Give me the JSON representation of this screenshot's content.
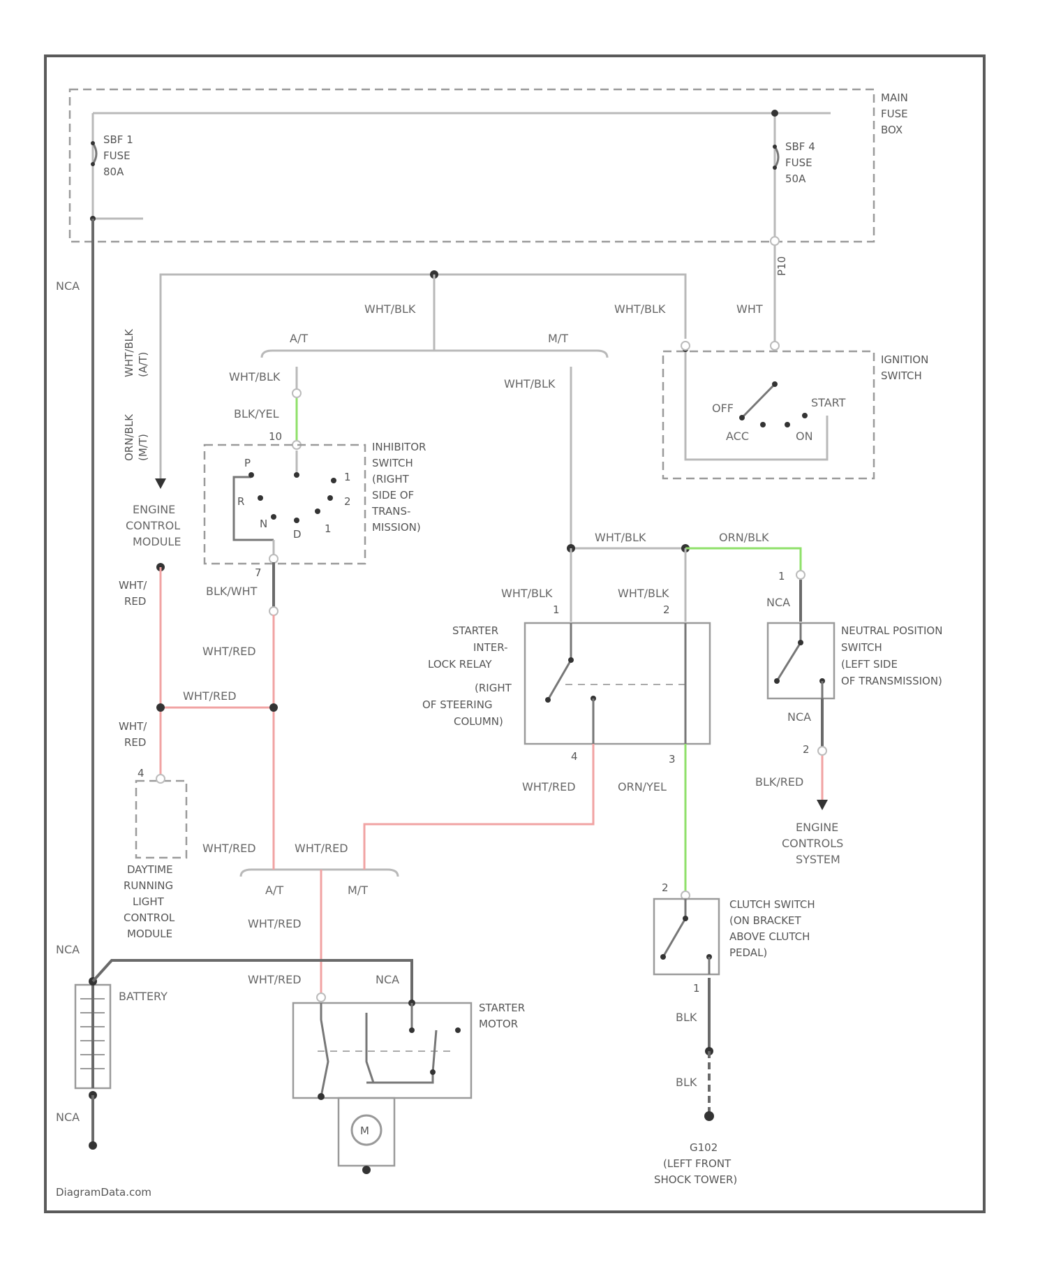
{
  "diagram": {
    "footer": "DiagramData.com",
    "components": {
      "main_fuse_box": [
        "MAIN",
        "FUSE",
        "BOX"
      ],
      "sbf1": [
        "SBF 1",
        "FUSE",
        "80A"
      ],
      "sbf4": [
        "SBF 4",
        "FUSE",
        "50A"
      ],
      "ignition_switch": [
        "IGNITION",
        "SWITCH"
      ],
      "ign_positions": {
        "off": "OFF",
        "acc": "ACC",
        "on": "ON",
        "start": "START"
      },
      "ecm": [
        "ENGINE",
        "CONTROL",
        "MODULE"
      ],
      "inhibitor_switch": [
        "INHIBITOR",
        "SWITCH",
        "(RIGHT",
        "SIDE OF",
        "TRANS-",
        "MISSION)"
      ],
      "inhibitor_positions": {
        "p": "P",
        "r": "R",
        "n": "N",
        "d": "D",
        "two": "2",
        "one": "1"
      },
      "starter_relay": [
        "STARTER",
        "INTER-",
        "LOCK RELAY",
        "(RIGHT",
        "OF STEERING",
        "COLUMN)"
      ],
      "neutral_switch": [
        "NEUTRAL POSITION",
        "SWITCH",
        "(LEFT SIDE",
        "OF TRANSMISSION)"
      ],
      "engine_controls": [
        "ENGINE",
        "CONTROLS",
        "SYSTEM"
      ],
      "drl_module": [
        "DAYTIME",
        "RUNNING",
        "LIGHT",
        "CONTROL",
        "MODULE"
      ],
      "clutch_switch": [
        "CLUTCH SWITCH",
        "(ON BRACKET",
        "ABOVE CLUTCH",
        "PEDAL)"
      ],
      "battery": "BATTERY",
      "starter_motor": [
        "STARTER",
        "MOTOR"
      ],
      "motor_symbol": "M",
      "ground": [
        "G102",
        "(LEFT FRONT",
        "SHOCK TOWER)"
      ]
    },
    "wires": {
      "nca": "NCA",
      "wht_blk": "WHT/BLK",
      "wht": "WHT",
      "at": "A/T",
      "mt": "M/T",
      "blk_yel": "BLK/YEL",
      "blk_wht": "BLK/WHT",
      "wht_red": "WHT/RED",
      "wht_red_split": [
        "WHT/",
        "RED"
      ],
      "ecm_feed": [
        "WHT/BLK",
        "(A/T)",
        "ORN/BLK",
        "(M/T)"
      ],
      "orn_blk": "ORN/BLK",
      "orn_yel": "ORN/YEL",
      "blk_red": "BLK/RED",
      "blk": "BLK",
      "p10": "P10"
    },
    "pins": {
      "one": "1",
      "two": "2",
      "three": "3",
      "four": "4",
      "seven": "7",
      "ten": "10"
    }
  }
}
